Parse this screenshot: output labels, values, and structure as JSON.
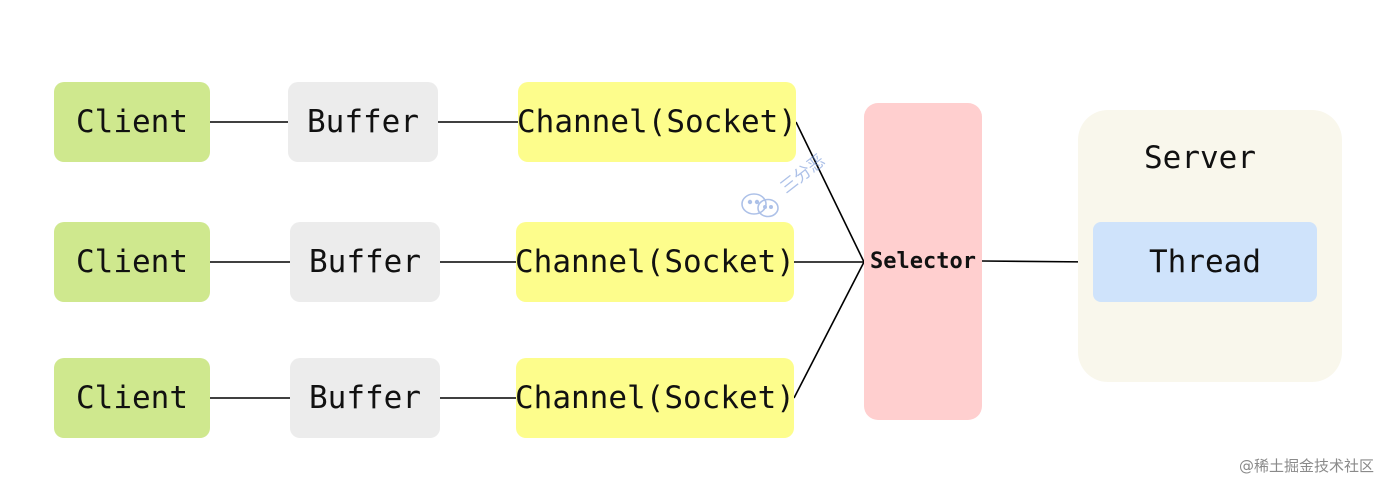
{
  "rows": [
    {
      "client": "Client",
      "buffer": "Buffer",
      "channel": "Channel(Socket)"
    },
    {
      "client": "Client",
      "buffer": "Buffer",
      "channel": "Channel(Socket)"
    },
    {
      "client": "Client",
      "buffer": "Buffer",
      "channel": "Channel(Socket)"
    }
  ],
  "selector": {
    "label": "Selector"
  },
  "server": {
    "label": "Server",
    "thread_label": "Thread"
  },
  "watermark": {
    "icon": "wechat-icon",
    "text": "三分恶"
  },
  "footer": {
    "text": "@稀土掘金技术社区"
  },
  "colors": {
    "client": "#cfe88e",
    "buffer": "#ececec",
    "channel": "#fdfd8c",
    "selector": "#ffcfcf",
    "server": "#f9f7ec",
    "thread": "#cfe3fb"
  }
}
